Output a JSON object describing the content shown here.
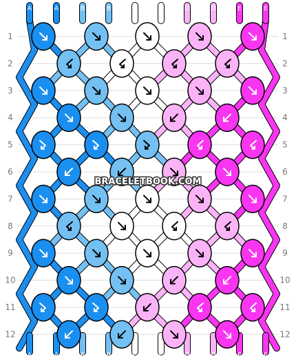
{
  "watermark": "BRACELETBOOK.COM",
  "strings": {
    "top": [
      "A",
      "A",
      "B",
      "B",
      "C",
      "C",
      "D",
      "D",
      "E",
      "E"
    ],
    "bottom": [
      "A",
      "A",
      "B",
      "B",
      "C",
      "C",
      "D",
      "D",
      "E",
      "E"
    ]
  },
  "rows": [
    {
      "label": "1",
      "knots": [
        "A",
        "B",
        "C",
        "D",
        "E"
      ],
      "dirs": [
        "forward",
        "forward",
        "forward",
        "forward",
        "forward"
      ]
    },
    {
      "label": "2",
      "knots": [
        "B",
        "C",
        "D",
        "D"
      ],
      "dirs": [
        "backward-forward",
        "backward-forward",
        "backward-forward",
        "backward-forward"
      ]
    },
    {
      "label": "3",
      "knots": [
        "A",
        "B",
        "C",
        "D",
        "E"
      ],
      "dirs": [
        "forward",
        "forward",
        "forward",
        "forward",
        "forward"
      ]
    },
    {
      "label": "4",
      "knots": [
        "A",
        "B",
        "D",
        "E"
      ],
      "dirs": [
        "forward",
        "forward",
        "backward",
        "backward"
      ]
    },
    {
      "label": "5",
      "knots": [
        "A",
        "A",
        "B",
        "E",
        "E"
      ],
      "dirs": [
        "forward-backward",
        "forward-backward",
        "forward-backward",
        "backward-forward",
        "backward-forward"
      ]
    },
    {
      "label": "6",
      "knots": [
        "A",
        "B",
        "D",
        "E"
      ],
      "dirs": [
        "backward",
        "backward",
        "forward",
        "forward"
      ]
    },
    {
      "label": "7",
      "knots": [
        "A",
        "B",
        "C",
        "D",
        "E"
      ],
      "dirs": [
        "forward",
        "forward",
        "forward",
        "forward",
        "forward"
      ]
    },
    {
      "label": "8",
      "knots": [
        "B",
        "C",
        "C",
        "D"
      ],
      "dirs": [
        "backward-forward",
        "forward",
        "backward-forward",
        "backward-forward"
      ]
    },
    {
      "label": "9",
      "knots": [
        "A",
        "B",
        "C",
        "D",
        "E"
      ],
      "dirs": [
        "forward",
        "forward",
        "forward",
        "forward",
        "forward"
      ]
    },
    {
      "label": "10",
      "knots": [
        "A",
        "B",
        "D",
        "E"
      ],
      "dirs": [
        "forward",
        "forward",
        "backward",
        "backward"
      ]
    },
    {
      "label": "11",
      "knots": [
        "A",
        "A",
        "D",
        "E",
        "E"
      ],
      "dirs": [
        "forward-backward",
        "forward-backward",
        "backward",
        "backward-forward",
        "backward-forward"
      ]
    },
    {
      "label": "12",
      "knots": [
        "A",
        "B",
        "D",
        "E"
      ],
      "dirs": [
        "backward",
        "backward",
        "forward",
        "forward"
      ]
    }
  ],
  "colors": {
    "A": "#1a8ff0",
    "B": "#74c0f2",
    "C": "#ffffff",
    "D": "#fbb3f7",
    "E": "#f935f2"
  },
  "icons": {
    "forward": "arrow-down-right-icon",
    "backward": "arrow-down-left-icon",
    "forward-backward": "forward-backward-icon",
    "backward-forward": "backward-forward-icon"
  }
}
